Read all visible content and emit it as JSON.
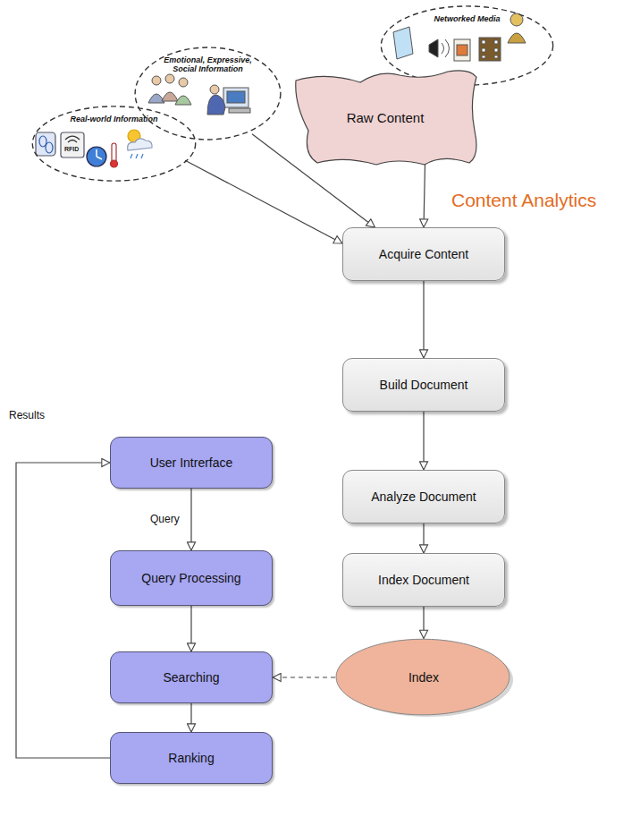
{
  "diagram": {
    "nodes": [
      {
        "text": [
          "Real-world Information"
        ]
      },
      {
        "text": [
          "Emotional, Expressive, Social Information"
        ]
      },
      {
        "text": [
          "Networked Media"
        ]
      },
      {
        "text": [
          "Raw Content"
        ]
      },
      {
        "text": [
          "Acquire Content"
        ]
      },
      {
        "text": [
          "Build Document"
        ]
      },
      {
        "text": [
          "Analyze Document"
        ]
      },
      {
        "text": [
          "Index Document"
        ]
      },
      {
        "text": [
          "Index"
        ]
      },
      {
        "text": [
          "User Intrerface"
        ]
      },
      {
        "text": [
          "Query Processing"
        ]
      },
      {
        "text": [
          "Searching"
        ]
      },
      {
        "text": [
          "Ranking"
        ]
      }
    ],
    "edges": [
      {
        "from": 0,
        "to": 4,
        "arrow": "to"
      },
      {
        "from": 1,
        "to": 4,
        "arrow": "to"
      },
      {
        "from": 3,
        "to": 4,
        "arrow": "to"
      },
      {
        "from": 4,
        "to": 5,
        "arrow": "to"
      },
      {
        "from": 5,
        "to": 6,
        "arrow": "to"
      },
      {
        "from": 6,
        "to": 7,
        "arrow": "to"
      },
      {
        "from": 7,
        "to": 8,
        "arrow": "to"
      },
      {
        "from": 8,
        "to": 11,
        "arrow": "to"
      },
      {
        "from": 9,
        "to": 10,
        "label": "Query",
        "arrow": "to"
      },
      {
        "from": 10,
        "to": 11,
        "arrow": "to"
      },
      {
        "from": 11,
        "to": 12,
        "arrow": "to"
      },
      {
        "from": 12,
        "to": 9,
        "label": "Results",
        "arrow": "to"
      }
    ],
    "labels": [
      "Content Analytics",
      "RFID"
    ]
  }
}
